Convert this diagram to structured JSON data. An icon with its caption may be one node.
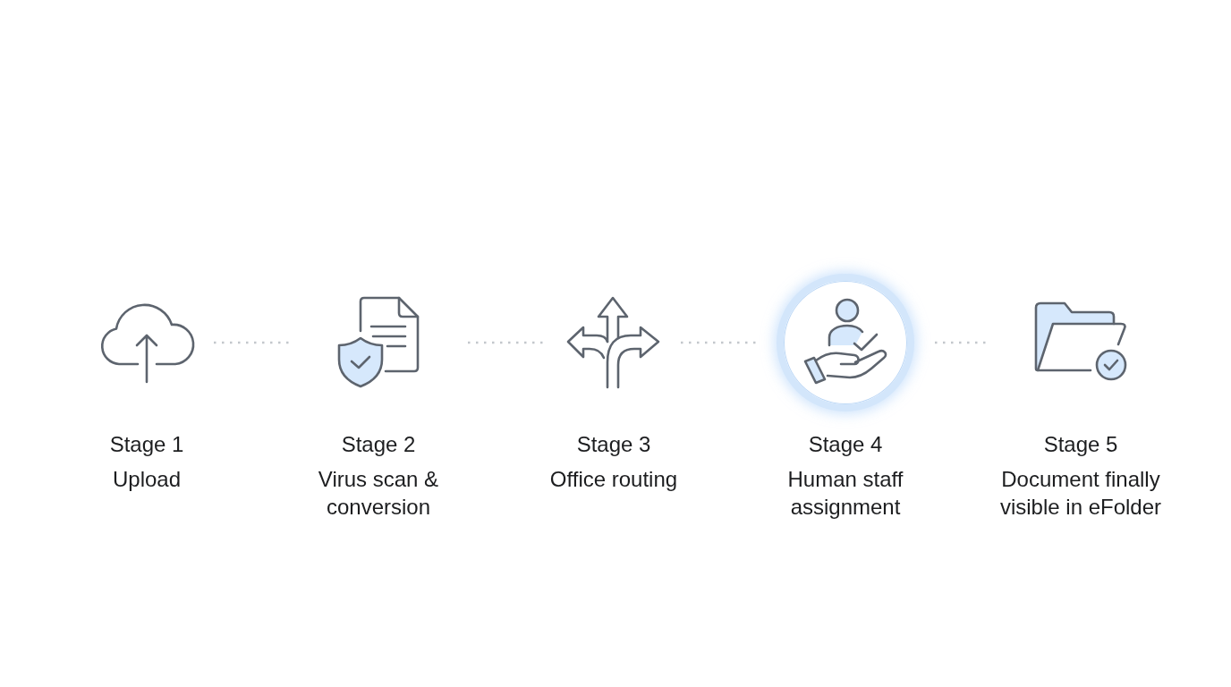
{
  "diagram": {
    "nodes": [
      {
        "text": [
          "Stage 1",
          "Upload"
        ]
      },
      {
        "text": [
          "Stage 2",
          "Virus scan & conversion"
        ]
      },
      {
        "text": [
          "Stage 3",
          "Office routing"
        ]
      },
      {
        "text": [
          "Stage 4",
          "Human staff assignment"
        ]
      },
      {
        "text": [
          "Stage 5",
          "Document finally visible in eFolder"
        ]
      }
    ],
    "edges": [
      {
        "from": 0,
        "to": 1,
        "arrow": "none",
        "style": "dashed"
      },
      {
        "from": 1,
        "to": 2,
        "arrow": "none",
        "style": "dashed"
      },
      {
        "from": 2,
        "to": 3,
        "arrow": "none",
        "style": "dashed"
      },
      {
        "from": 3,
        "to": 4,
        "arrow": "none",
        "style": "dashed"
      }
    ]
  }
}
